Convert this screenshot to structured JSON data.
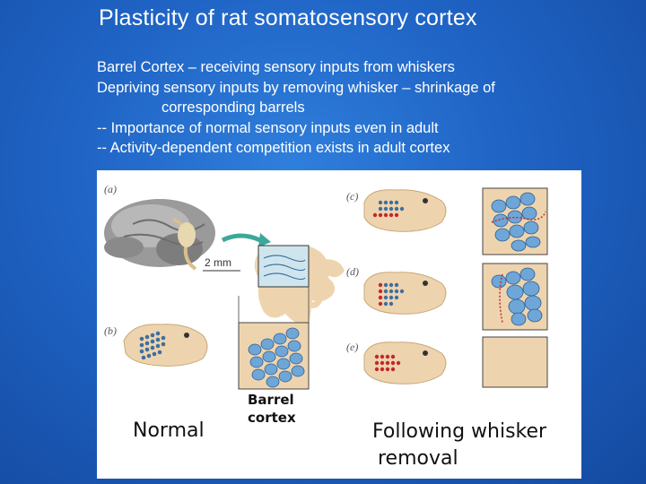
{
  "slide": {
    "title": "Plasticity of rat somatosensory cortex",
    "bullets": [
      "Barrel Cortex – receiving sensory inputs from whiskers",
      "Depriving sensory inputs by removing whisker – shrinkage of",
      "corresponding barrels",
      "-- Importance of normal sensory inputs even in adult",
      "-- Activity-dependent competition exists in adult cortex"
    ]
  },
  "figure": {
    "panel_labels": [
      "(a)",
      "(b)",
      "(c)",
      "(d)",
      "(e)"
    ],
    "scale_bar": "2 mm",
    "caption_normal": "Normal",
    "caption_barrel_line1": "Barrel",
    "caption_barrel_line2": "cortex",
    "caption_following_line1": "Following whisker",
    "caption_following_line2": "removal",
    "colors": {
      "whisker_blue": "#3d6fa0",
      "removed_red": "#c2282e",
      "barrel_blue": "#6fa6d8",
      "head_tan": "#eed4ae",
      "arrow_teal": "#3aa89a"
    }
  }
}
